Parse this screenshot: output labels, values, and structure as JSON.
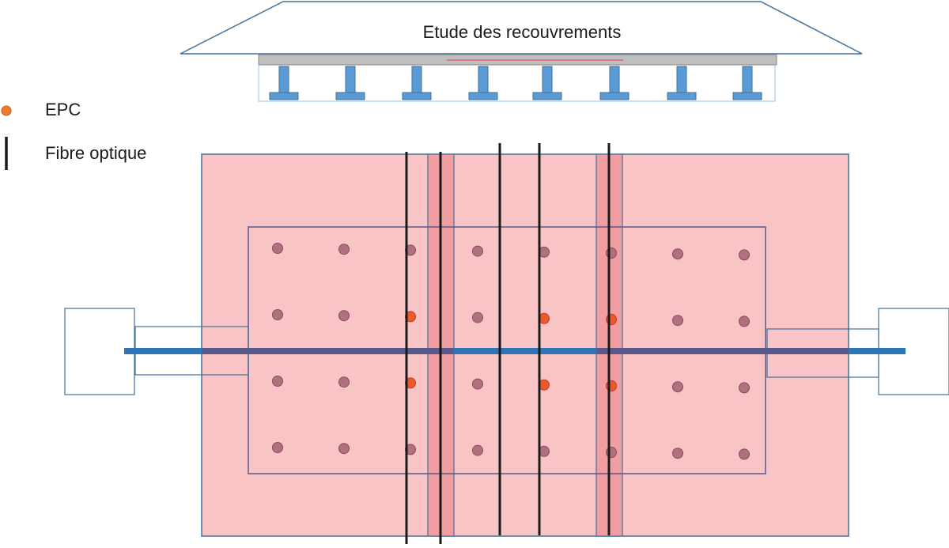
{
  "title": "Etude des recouvrements",
  "legend": {
    "epc": {
      "label": "EPC",
      "color": "#ed7d31"
    },
    "fiber": {
      "label": "Fibre optique",
      "color": "#1a1a1a"
    }
  },
  "colors": {
    "outline": "#41719c",
    "slab_fill": "#f8c4c6",
    "overlap_fill": "#f19ea3",
    "inner_outline": "#5a5a8a",
    "cable": "#2e75b6",
    "cable_overlap": "#5a5a8a",
    "sensor_inactive": "#b07080",
    "sensor_active": "#ed5a2a",
    "support": "#5b9bd5",
    "beam": "#bfbfbf"
  },
  "sensors": {
    "columns": 8,
    "rows": 4,
    "active": [
      [
        1,
        2
      ],
      [
        1,
        4
      ],
      [
        1,
        5
      ],
      [
        2,
        2
      ],
      [
        2,
        4
      ],
      [
        2,
        5
      ]
    ]
  },
  "supports": {
    "count": 8
  }
}
